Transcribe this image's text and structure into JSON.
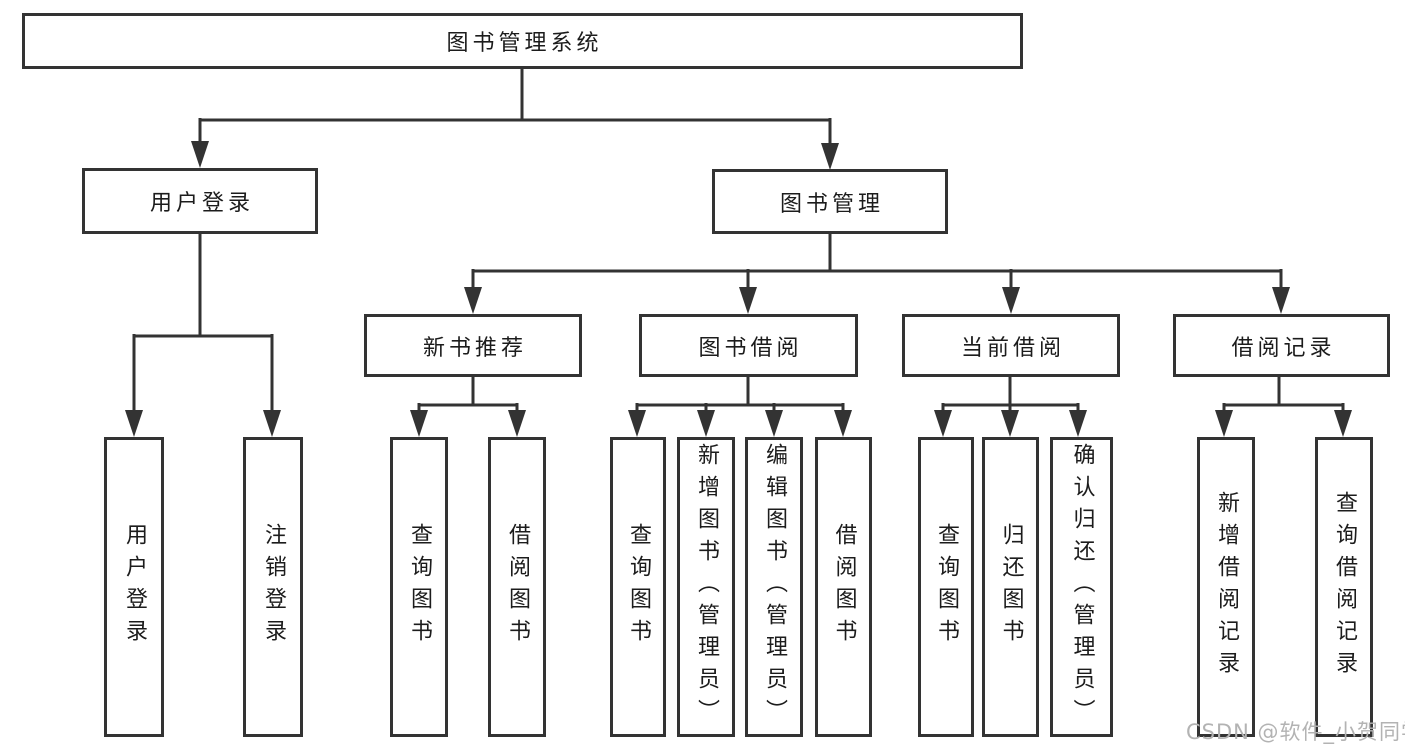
{
  "diagram": {
    "type": "hierarchy-tree",
    "tree": {
      "label": "图书管理系统",
      "children": [
        {
          "label": "用户登录",
          "children": [
            {
              "label": "用户登录"
            },
            {
              "label": "注销登录"
            }
          ]
        },
        {
          "label": "图书管理",
          "children": [
            {
              "label": "新书推荐",
              "children": [
                {
                  "label": "查询图书"
                },
                {
                  "label": "借阅图书"
                }
              ]
            },
            {
              "label": "图书借阅",
              "children": [
                {
                  "label": "查询图书"
                },
                {
                  "label": "新增图书（管理员）"
                },
                {
                  "label": "编辑图书（管理员）"
                },
                {
                  "label": "借阅图书"
                }
              ]
            },
            {
              "label": "当前借阅",
              "children": [
                {
                  "label": "查询图书"
                },
                {
                  "label": "归还图书"
                },
                {
                  "label": "确认归还（管理员）"
                }
              ]
            },
            {
              "label": "借阅记录",
              "children": [
                {
                  "label": "新增借阅记录"
                },
                {
                  "label": "查询借阅记录"
                }
              ]
            }
          ]
        }
      ]
    }
  },
  "watermark": {
    "text": "CSDN @软件_小贺同学"
  },
  "colors": {
    "line": "#333333",
    "box_border": "#333333",
    "text": "#1c1c1c",
    "watermark": "#b3b3b3",
    "background": "#ffffff"
  }
}
